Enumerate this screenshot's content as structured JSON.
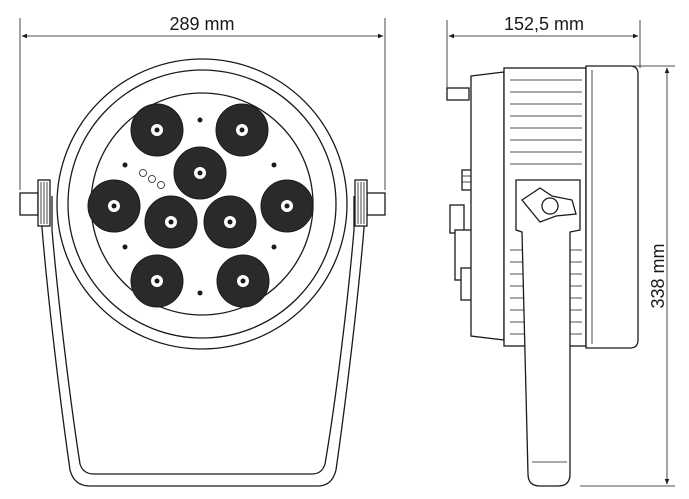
{
  "dimensions": {
    "front_width": "289 mm",
    "side_depth": "152,5 mm",
    "height": "338 mm"
  }
}
